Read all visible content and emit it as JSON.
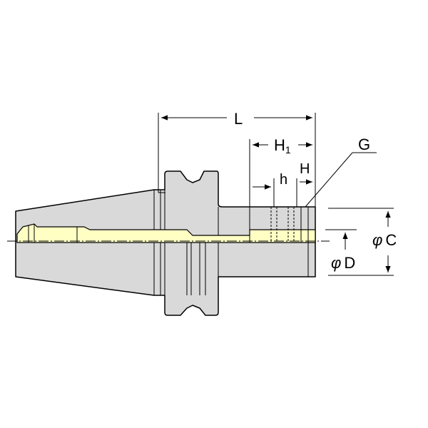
{
  "diagram": {
    "labels": {
      "L": "L",
      "H1_main": "H",
      "H1_sub": "1",
      "h": "h",
      "H": "H",
      "G": "G",
      "phi_C_symbol": "φ",
      "phi_C_letter": "C",
      "phi_D_symbol": "φ",
      "phi_D_letter": "D"
    },
    "colors": {
      "body": "#d9d9d9",
      "bore": "#ffffc4",
      "outline": "#000000",
      "background": "#ffffff"
    }
  }
}
